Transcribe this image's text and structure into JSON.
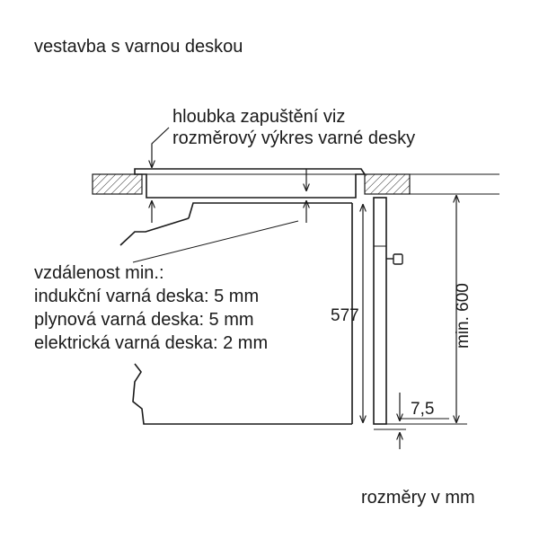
{
  "title": "vestavba s varnou deskou",
  "recess_note": {
    "line1": "hloubka zapuštění viz",
    "line2": "rozměrový výkres varné desky"
  },
  "distance_note": {
    "heading": "vzdálenost min.:",
    "lines": [
      "indukční varná deska: 5 mm",
      "plynová varná deska: 5 mm",
      "elektrická varná deska: 2 mm"
    ]
  },
  "dimensions": {
    "oven_height": "577",
    "niche_height": "min. 600",
    "bottom_gap": "7,5"
  },
  "units_note": "rozměry v mm"
}
